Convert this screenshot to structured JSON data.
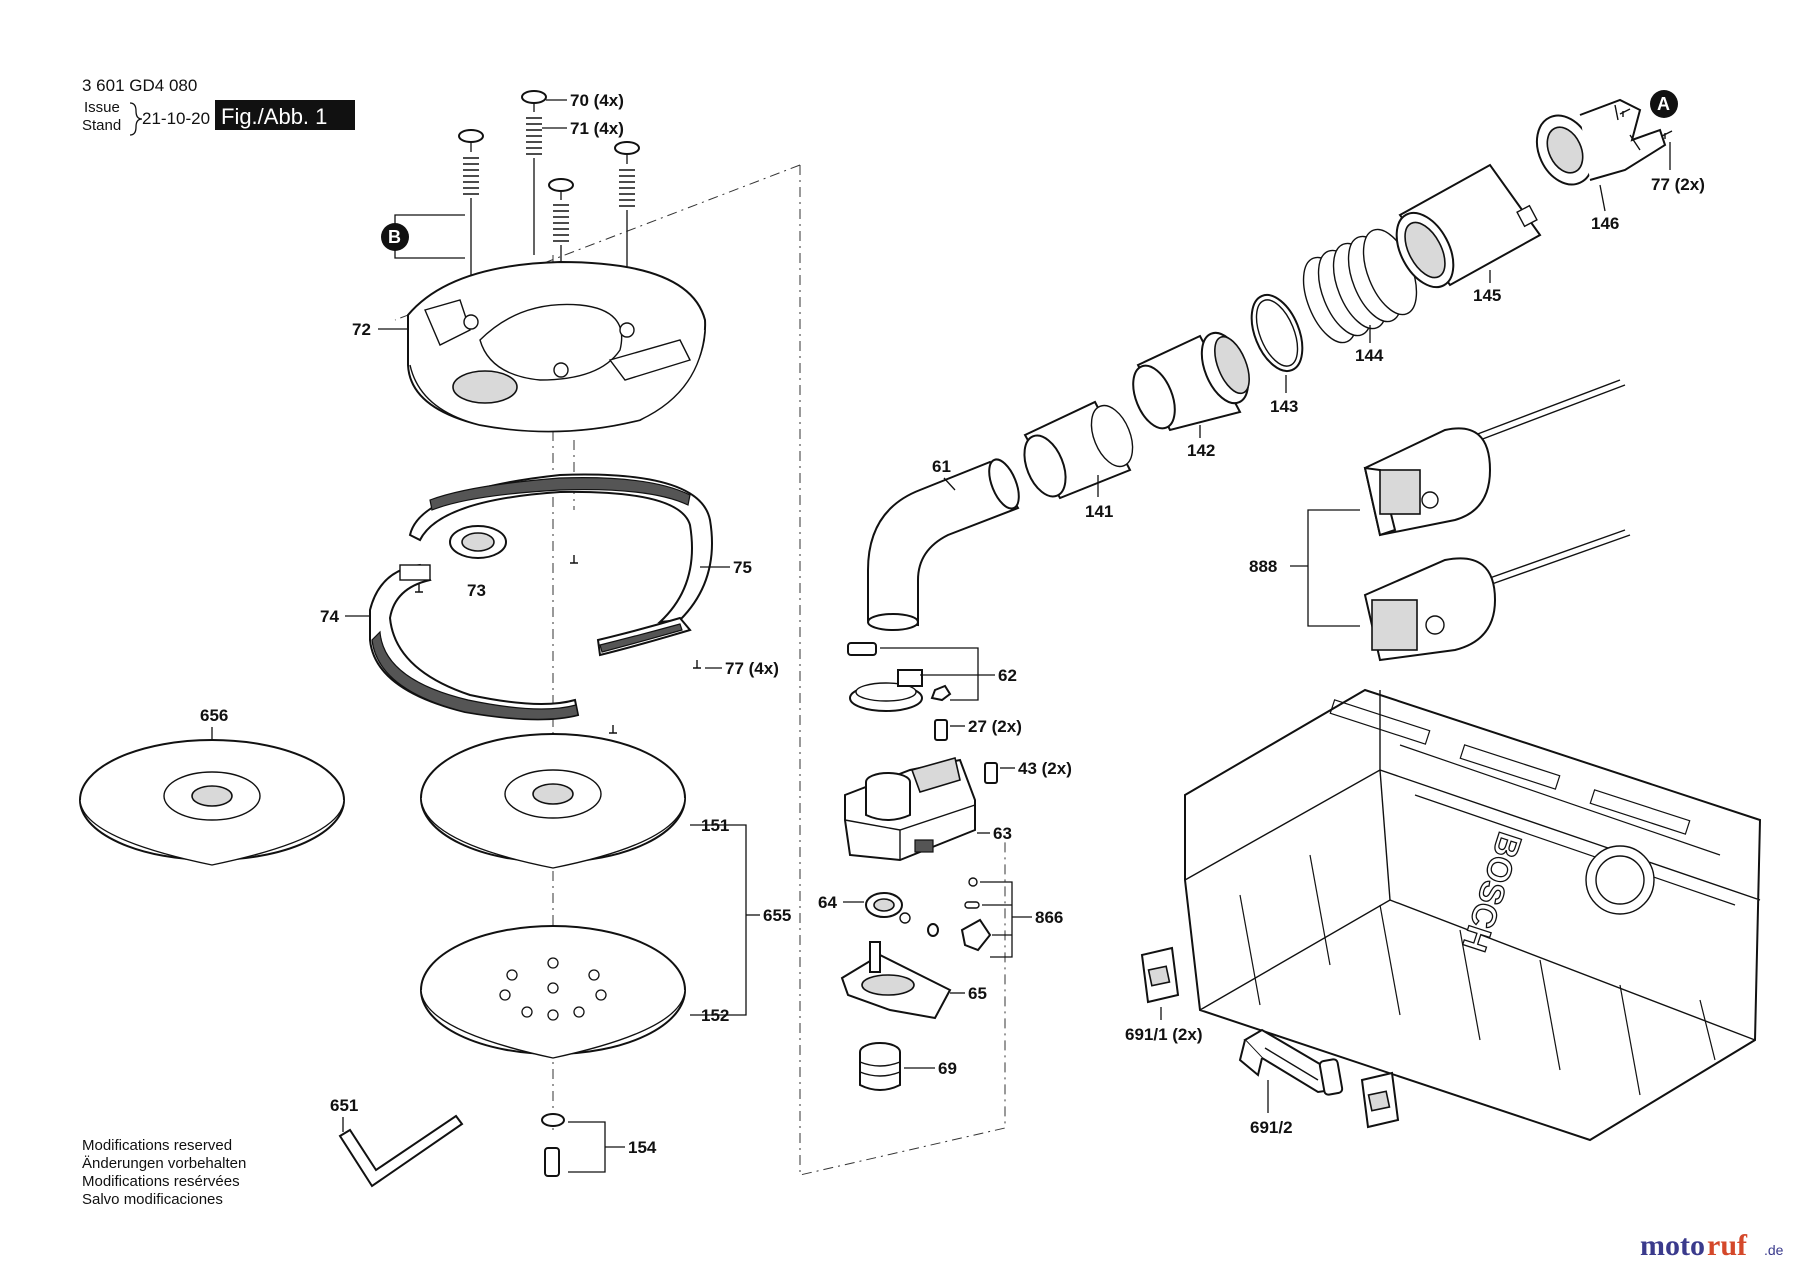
{
  "header": {
    "part_number": "3 601 GD4 080",
    "issue_label": "Issue",
    "stand_label": "Stand",
    "date": "21-10-20",
    "figure_label": "Fig./Abb. 1"
  },
  "badges": {
    "a": "A",
    "b": "B"
  },
  "labels": {
    "p70": "70 (4x)",
    "p71": "71 (4x)",
    "p72": "72",
    "p73": "73",
    "p74": "74",
    "p75": "75",
    "p77a": "77 (4x)",
    "p77b": "77 (2x)",
    "p656": "656",
    "p151": "151",
    "p152": "152",
    "p655": "655",
    "p651": "651",
    "p154": "154",
    "p61": "61",
    "p62": "62",
    "p27": "27 (2x)",
    "p43": "43 (2x)",
    "p63": "63",
    "p64": "64",
    "p866": "866",
    "p65": "65",
    "p69": "69",
    "p141": "141",
    "p142": "142",
    "p143": "143",
    "p144": "144",
    "p145": "145",
    "p146": "146",
    "p888": "888",
    "p691_1": "691/1 (2x)",
    "p691_2": "691/2"
  },
  "notes": [
    "Modifications reserved",
    "Änderungen vorbehalten",
    "Modifications resérvées",
    "Salvo modificaciones"
  ],
  "case_brand": "BOSCH",
  "watermark": {
    "moto": "moto",
    "ruf": "ruf",
    "de": ".de"
  }
}
